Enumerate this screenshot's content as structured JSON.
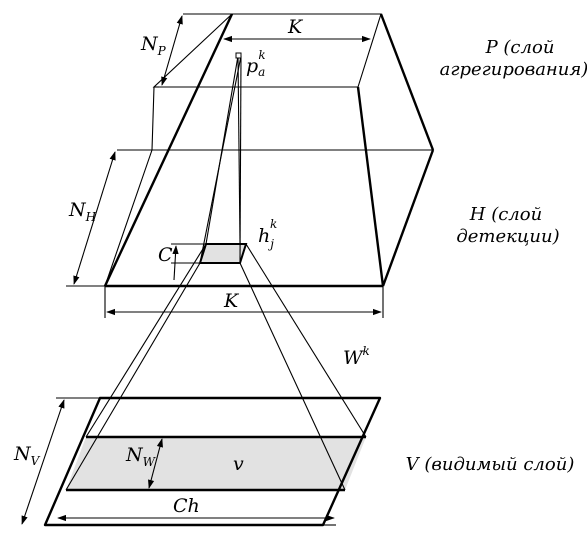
{
  "labels": {
    "NP_main": "N",
    "NP_sub": "P",
    "NH_main": "N",
    "NH_sub": "H",
    "NV_main": "N",
    "NV_sub": "V",
    "NW_main": "N",
    "NW_sub": "W",
    "K_top": "K",
    "K_bottom": "K",
    "C": "C",
    "Ch": "Ch",
    "v": "v",
    "pak_main": "p",
    "pak_sub": "a",
    "pak_sup": "k",
    "hjk_main": "h",
    "hjk_sub": "j",
    "hjk_sup": "k",
    "Wk_main": "W",
    "Wk_sup": "k"
  },
  "layers": {
    "P_line1": "P (слой",
    "P_line2": "агрегирования)",
    "H_line1": "H (слой",
    "H_line2": "детекции)",
    "V_line1": "V (видимый слой)"
  },
  "colors": {
    "stroke": "#000000",
    "shade": "#e2e2e2"
  }
}
